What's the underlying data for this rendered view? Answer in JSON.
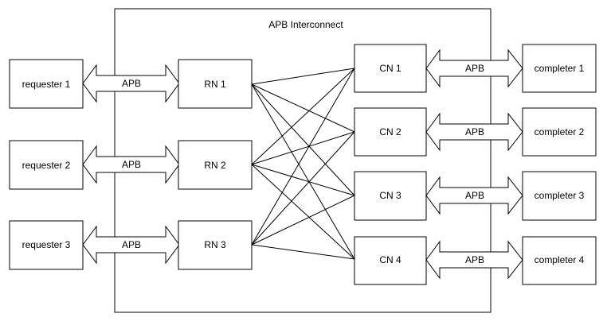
{
  "title": "APB Interconnect",
  "requesters": [
    {
      "label": "requester 1",
      "bus_label": "APB"
    },
    {
      "label": "requester 2",
      "bus_label": "APB"
    },
    {
      "label": "requester 3",
      "bus_label": "APB"
    }
  ],
  "request_nodes": [
    {
      "label": "RN 1"
    },
    {
      "label": "RN 2"
    },
    {
      "label": "RN 3"
    }
  ],
  "completer_nodes": [
    {
      "label": "CN 1"
    },
    {
      "label": "CN 2"
    },
    {
      "label": "CN 3"
    },
    {
      "label": "CN 4"
    }
  ],
  "completers": [
    {
      "label": "completer 1",
      "bus_label": "APB"
    },
    {
      "label": "completer 2",
      "bus_label": "APB"
    },
    {
      "label": "completer 3",
      "bus_label": "APB"
    },
    {
      "label": "completer 4",
      "bus_label": "APB"
    }
  ],
  "colors": {
    "stroke": "#000000",
    "fill": "#ffffff"
  }
}
